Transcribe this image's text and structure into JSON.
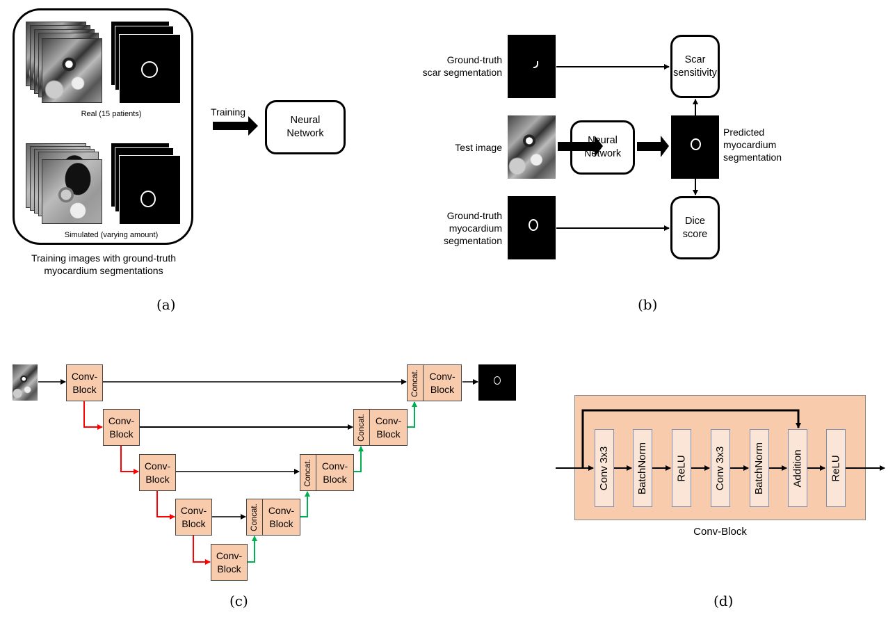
{
  "panel_a": {
    "real_label": "Real (15 patients)",
    "simulated_label": "Simulated (varying amount)",
    "group_caption_line1": "Training images with ground-truth",
    "group_caption_line2": "myocardium segmentations",
    "arrow_label": "Training",
    "network_line1": "Neural",
    "network_line2": "Network",
    "caption": "(a)"
  },
  "panel_b": {
    "scar_gt_line1": "Ground-truth",
    "scar_gt_line2": "scar segmentation",
    "test_image_label": "Test image",
    "myo_gt_line1": "Ground-truth",
    "myo_gt_line2": "myocardium",
    "myo_gt_line3": "segmentation",
    "network_line1": "Neural",
    "network_line2": "Network",
    "pred_line1": "Predicted",
    "pred_line2": "myocardium",
    "pred_line3": "segmentation",
    "scar_sens_line1": "Scar",
    "scar_sens_line2": "sensitivity",
    "dice_line1": "Dice",
    "dice_line2": "score",
    "caption": "(b)"
  },
  "panel_c": {
    "block_line1": "Conv-",
    "block_line2": "Block",
    "concat_label": "Concat.",
    "encoder_levels": 5,
    "decoder_levels": 4,
    "downsample_color": "#ff0000",
    "upsample_color": "#00b050",
    "skip_color": "#000000",
    "block_fill": "#f8cbad",
    "caption": "(c)"
  },
  "panel_d": {
    "layers": [
      "Conv 3x3",
      "BatchNorm",
      "ReLU",
      "Conv 3x3",
      "BatchNorm",
      "Addition",
      "ReLU"
    ],
    "title": "Conv-Block",
    "container_fill": "#f8cbad",
    "layer_fill": "#fbe5d6",
    "caption": "(d)"
  }
}
